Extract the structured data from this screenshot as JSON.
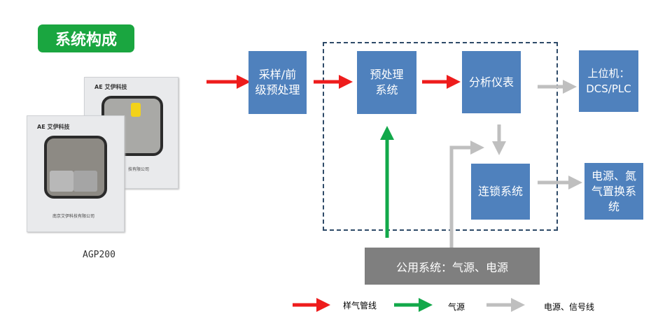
{
  "title": "系统构成",
  "product": {
    "model": "AGP200",
    "brand_logo": "AE 艾伊科技",
    "company": "南京艾伊科技有限公司"
  },
  "nodes": {
    "sampling": "采样/前级预处理",
    "pretreatment": "预处理系统",
    "analyzer": "分析仪表",
    "host": "上位机：DCS/PLC",
    "interlock": "连锁系统",
    "power_nitrogen": "电源、氮气置换系统",
    "public": "公用系统：气源、电源"
  },
  "legend": [
    {
      "label": "样气管线",
      "color": "#ee1c1c"
    },
    {
      "label": "气源",
      "color": "#12a84a"
    },
    {
      "label": "电源、信号线",
      "color": "#bfbfbf"
    }
  ]
}
